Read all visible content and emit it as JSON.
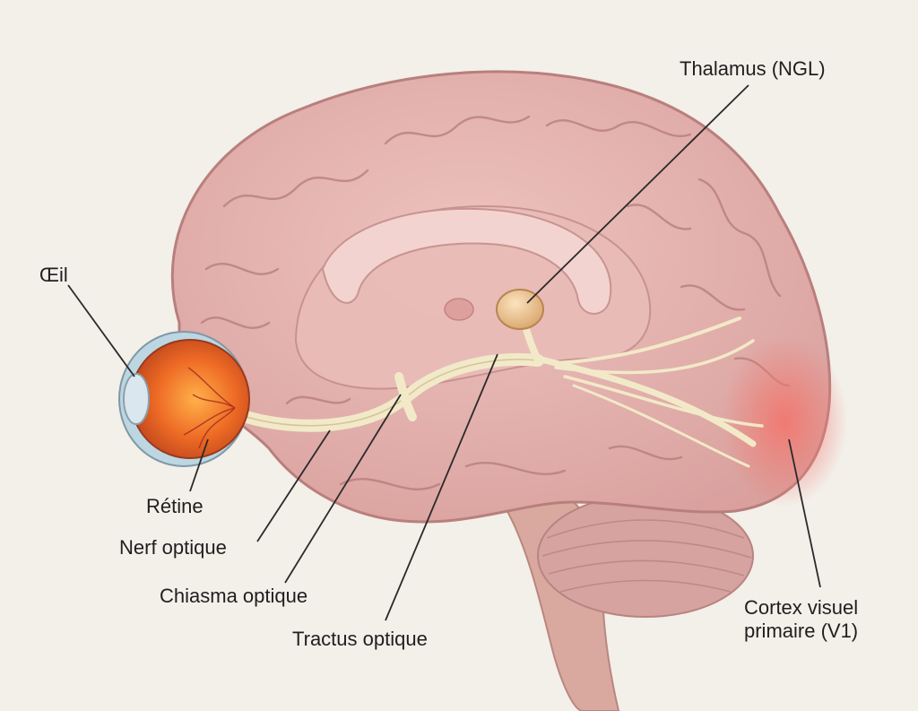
{
  "labels": {
    "eye": "Œil",
    "retina": "Rétine",
    "optic_nerve": "Nerf optique",
    "optic_chiasm": "Chiasma optique",
    "optic_tract": "Tractus optique",
    "thalamus": "Thalamus (NGL)",
    "visual_cortex_line1": "Cortex visuel",
    "visual_cortex_line2": "primaire (V1)"
  },
  "colors": {
    "background": "#f3efe9",
    "brain": "#e2aeab",
    "brain_shadow": "#c98f8d",
    "visual_pathway": "#f2e9c8",
    "eye": "#e8692a",
    "visual_cortex": "#ea7f78",
    "leader_lines": "#2a2a2a"
  }
}
